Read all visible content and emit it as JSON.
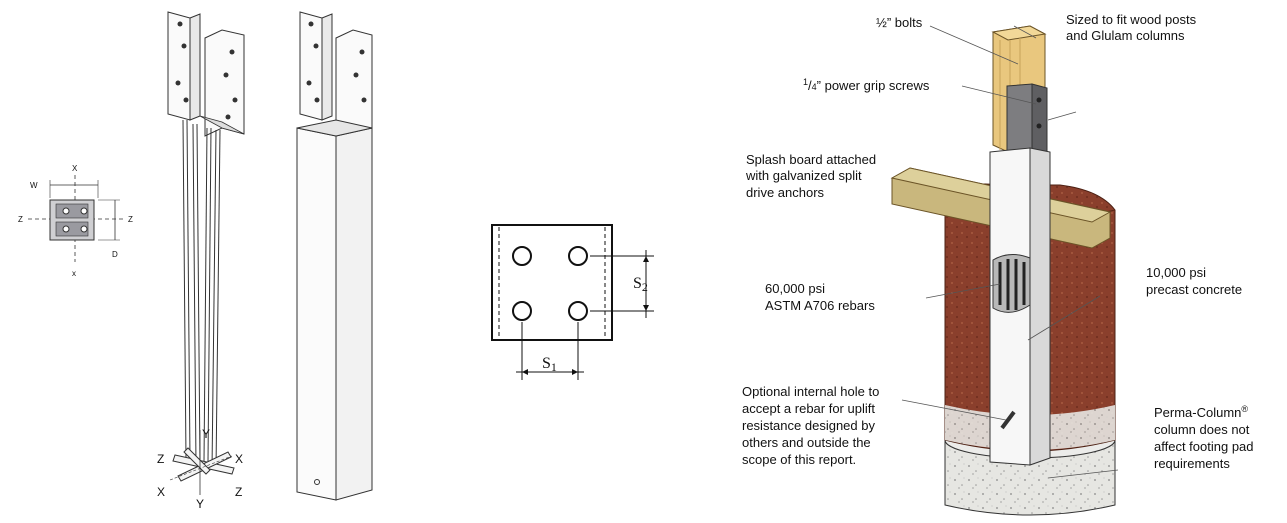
{
  "plan_view": {
    "axis_x_top": "X",
    "axis_x_bottom": "x",
    "axis_z_left": "Z",
    "axis_z_right": "Z",
    "dim_w": "W",
    "dim_d": "D"
  },
  "rebar_assembly": {
    "axis_y_top": "Y",
    "axis_y_bottom": "Y",
    "axis_z_left": "Z",
    "axis_x_right": "X",
    "axis_x_left": "X",
    "axis_z_right": "Z"
  },
  "section": {
    "spacing_1_letter": "S",
    "spacing_1_sub": "1",
    "spacing_2_letter": "S",
    "spacing_2_sub": "2"
  },
  "callouts": {
    "bolts": "½” bolts",
    "screws_num": "1",
    "screws_den": "4",
    "screws_rest": "” power grip screws",
    "sized_line1": "Sized to fit wood posts",
    "sized_line2": "and Glulam columns",
    "splash_line1": "Splash board attached",
    "splash_line2": "with galvanized split",
    "splash_line3": "drive anchors",
    "rebar_line1": "60,000 psi",
    "rebar_line2": "ASTM A706 rebars",
    "concrete_line1": "10,000 psi",
    "concrete_line2": "precast concrete",
    "hole_line1": "Optional internal hole to",
    "hole_line2": "accept a rebar for uplift",
    "hole_line3": "resistance designed by",
    "hole_line4": "others and outside the",
    "hole_line5": "scope of this report.",
    "perma_line1": "Perma-Column",
    "perma_reg": "®",
    "perma_line2": "column does not",
    "perma_line3": "affect footing pad",
    "perma_line4": "requirements"
  },
  "colors": {
    "wood": "#e9c77e",
    "soil": "#8a3f2c",
    "gravel": "#e4e4e0",
    "bracket": "#7d7d80",
    "board": "#c9b77d"
  }
}
